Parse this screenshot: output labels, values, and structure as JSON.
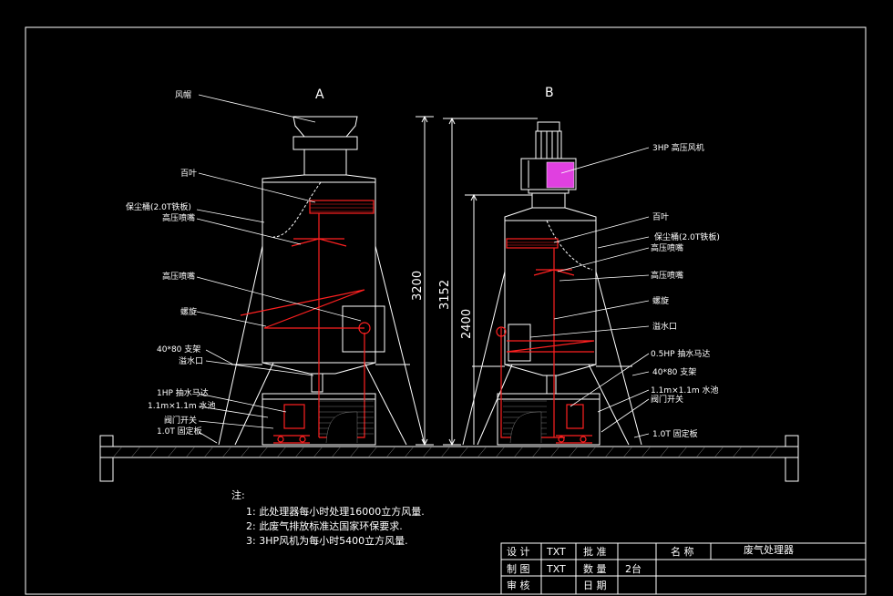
{
  "towers": {
    "a": {
      "title": "A",
      "height_dim": "3200"
    },
    "b": {
      "title": "B",
      "height_dim": "3152",
      "inner_dim": "2400"
    }
  },
  "labels_a": [
    "风帽",
    "百叶",
    "保尘桶(2.0T铁板)",
    "高压喷嘴",
    "高压喷嘴",
    "螺旋",
    "40*80 支架",
    "溢水口",
    "1HP 抽水马达",
    "1.1m×1.1m 水池",
    "阀门开关",
    "1.0T 固定板"
  ],
  "labels_b": [
    "3HP 高压风机",
    "百叶",
    "保尘桶(2.0T铁板)",
    "高压喷嘴",
    "高压喷嘴",
    "螺旋",
    "溢水口",
    "0.5HP 抽水马达",
    "40*80 支架",
    "1.1m×1.1m 水池",
    "阀门开关",
    "1.0T 固定板"
  ],
  "notes": {
    "heading": "注:",
    "items": [
      "1: 此处理器每小时处理16000立方风量.",
      "2: 此废气排放标准达国家环保要求.",
      "3: 3HP风机为每小时5400立方风量."
    ]
  },
  "title_block": {
    "design_label": "设 计",
    "design_value": "TXT",
    "approve_label": "批 准",
    "name_label": "名 称",
    "name_value": "废气处理器",
    "draw_label": "制 图",
    "draw_value": "TXT",
    "qty_label": "数 量",
    "qty_value": "2台",
    "review_label": "审 核",
    "date_label": "日 期"
  },
  "colors": {
    "line": "#ffffff",
    "red": "#ff2020",
    "magenta": "#e040e0",
    "background": "#000000"
  }
}
